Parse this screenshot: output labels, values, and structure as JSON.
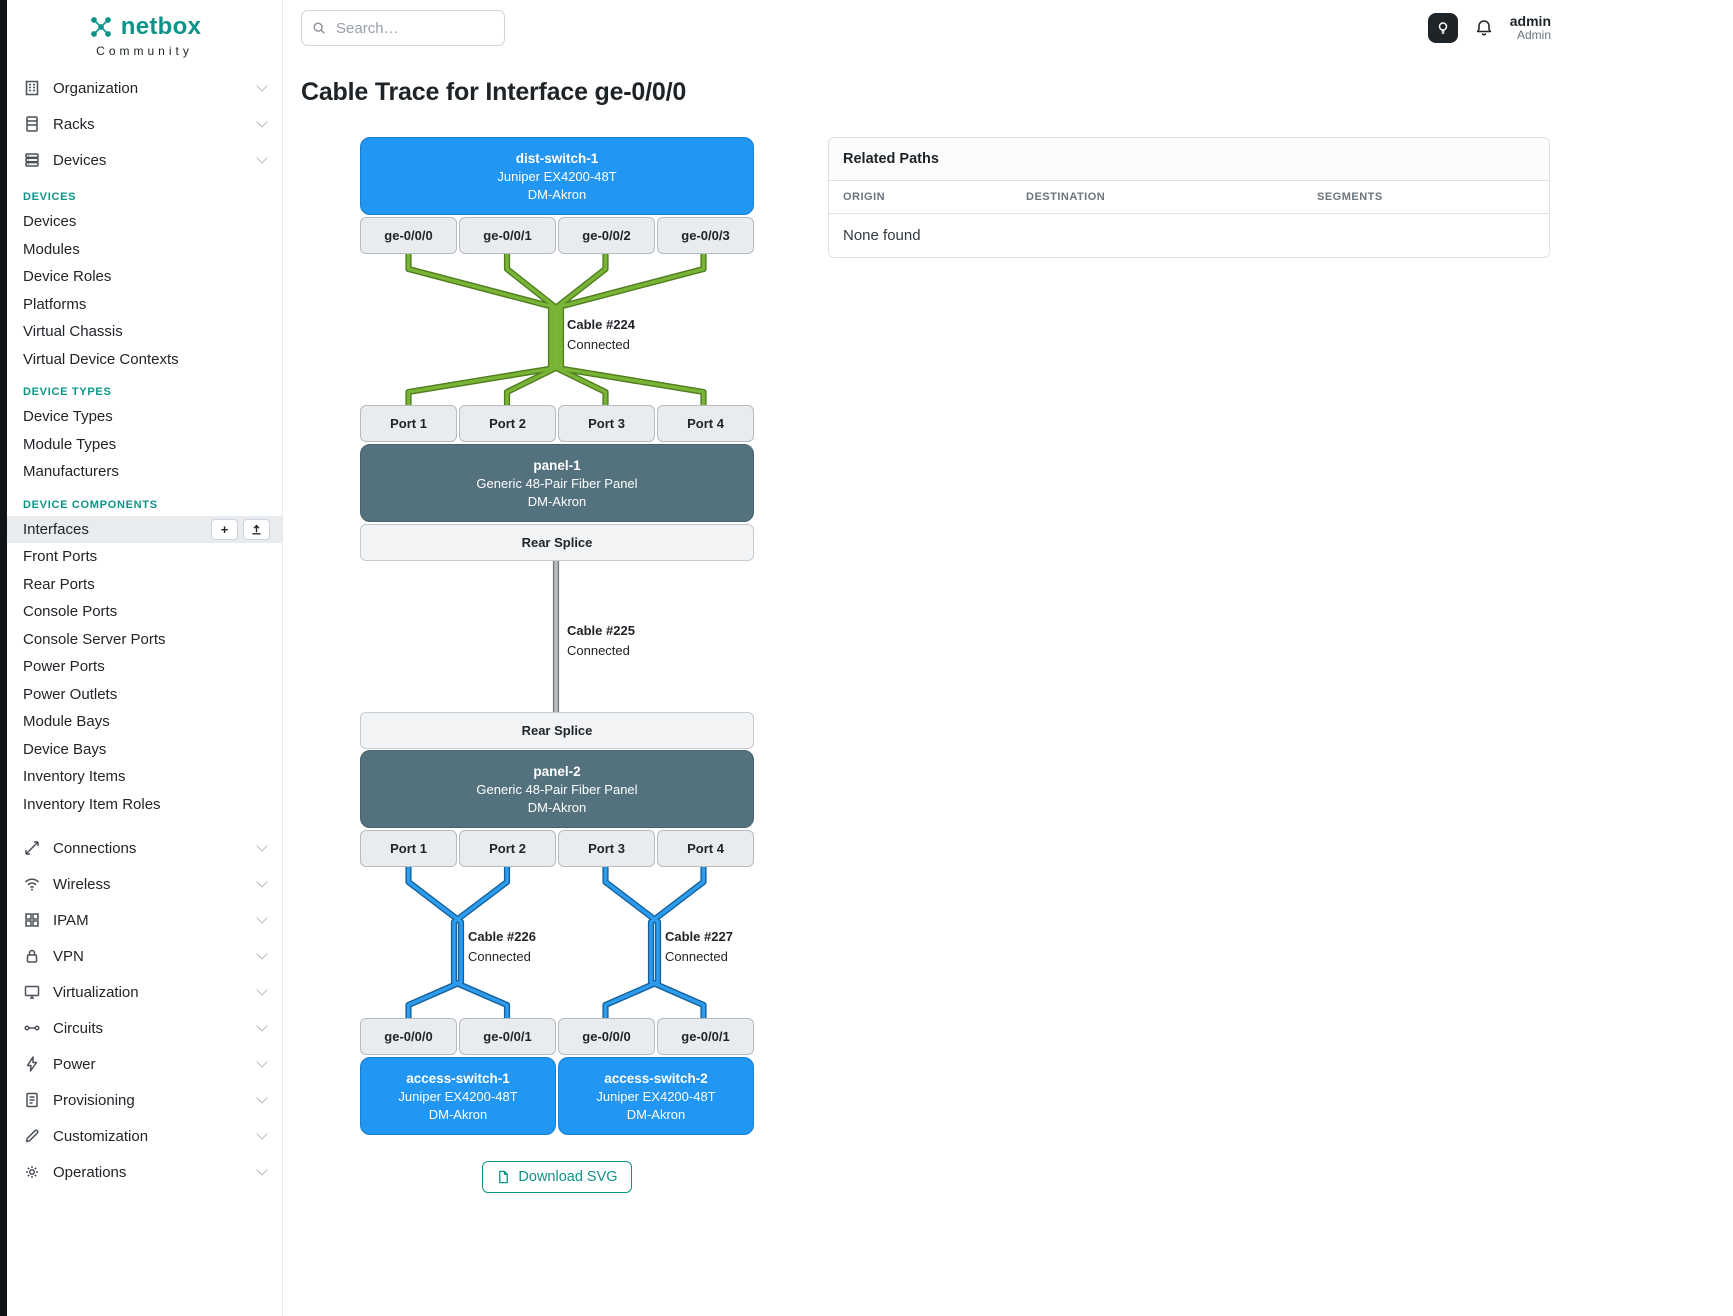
{
  "brand": {
    "name": "netbox",
    "tagline": "Community"
  },
  "topbar": {
    "search_placeholder": "Search…",
    "username": "admin",
    "role": "Admin"
  },
  "sidebar": {
    "groups_top": [
      {
        "label": "Organization"
      },
      {
        "label": "Racks"
      },
      {
        "label": "Devices"
      }
    ],
    "sections": [
      {
        "title": "DEVICES",
        "items": [
          "Devices",
          "Modules",
          "Device Roles",
          "Platforms",
          "Virtual Chassis",
          "Virtual Device Contexts"
        ]
      },
      {
        "title": "DEVICE TYPES",
        "items": [
          "Device Types",
          "Module Types",
          "Manufacturers"
        ]
      },
      {
        "title": "DEVICE COMPONENTS",
        "items": [
          "Interfaces",
          "Front Ports",
          "Rear Ports",
          "Console Ports",
          "Console Server Ports",
          "Power Ports",
          "Power Outlets",
          "Module Bays",
          "Device Bays",
          "Inventory Items",
          "Inventory Item Roles"
        ],
        "active_item": "Interfaces"
      }
    ],
    "add_button": "+",
    "groups_bottom": [
      {
        "label": "Connections"
      },
      {
        "label": "Wireless"
      },
      {
        "label": "IPAM"
      },
      {
        "label": "VPN"
      },
      {
        "label": "Virtualization"
      },
      {
        "label": "Circuits"
      },
      {
        "label": "Power"
      },
      {
        "label": "Provisioning"
      },
      {
        "label": "Customization"
      },
      {
        "label": "Operations"
      }
    ]
  },
  "page": {
    "title": "Cable Trace for Interface ge-0/0/0"
  },
  "trace": {
    "top_device": {
      "name": "dist-switch-1",
      "model": "Juniper EX4200-48T",
      "site": "DM-Akron"
    },
    "top_interfaces": [
      "ge-0/0/0",
      "ge-0/0/1",
      "ge-0/0/2",
      "ge-0/0/3"
    ],
    "panel_ports": [
      "Port 1",
      "Port 2",
      "Port 3",
      "Port 4"
    ],
    "panels": [
      {
        "name": "panel-1",
        "model": "Generic 48-Pair Fiber Panel",
        "site": "DM-Akron"
      },
      {
        "name": "panel-2",
        "model": "Generic 48-Pair Fiber Panel",
        "site": "DM-Akron"
      }
    ],
    "splice_label": "Rear Splice",
    "cables": [
      {
        "label": "Cable #224",
        "status": "Connected",
        "color": "#7ab437"
      },
      {
        "label": "Cable #225",
        "status": "Connected",
        "color": "#b9bfc5"
      },
      {
        "label": "Cable #226",
        "status": "Connected",
        "color": "#2d9cee"
      },
      {
        "label": "Cable #227",
        "status": "Connected",
        "color": "#2d9cee"
      }
    ],
    "bottom_interfaces": [
      "ge-0/0/0",
      "ge-0/0/1",
      "ge-0/0/0",
      "ge-0/0/1"
    ],
    "bottom_devices": [
      {
        "name": "access-switch-1",
        "model": "Juniper EX4200-48T",
        "site": "DM-Akron"
      },
      {
        "name": "access-switch-2",
        "model": "Juniper EX4200-48T",
        "site": "DM-Akron"
      }
    ]
  },
  "related_paths": {
    "title": "Related Paths",
    "columns": [
      "ORIGIN",
      "DESTINATION",
      "SEGMENTS"
    ],
    "empty_text": "None found"
  },
  "actions": {
    "download_svg": "Download SVG"
  },
  "colors": {
    "brand_teal": "#0d9488",
    "device_blue": "#2196f3",
    "panel_slate": "#54717e",
    "cable_green": "#7ab437",
    "cable_blue": "#2d9cee",
    "cable_gray": "#b9bfc5"
  }
}
